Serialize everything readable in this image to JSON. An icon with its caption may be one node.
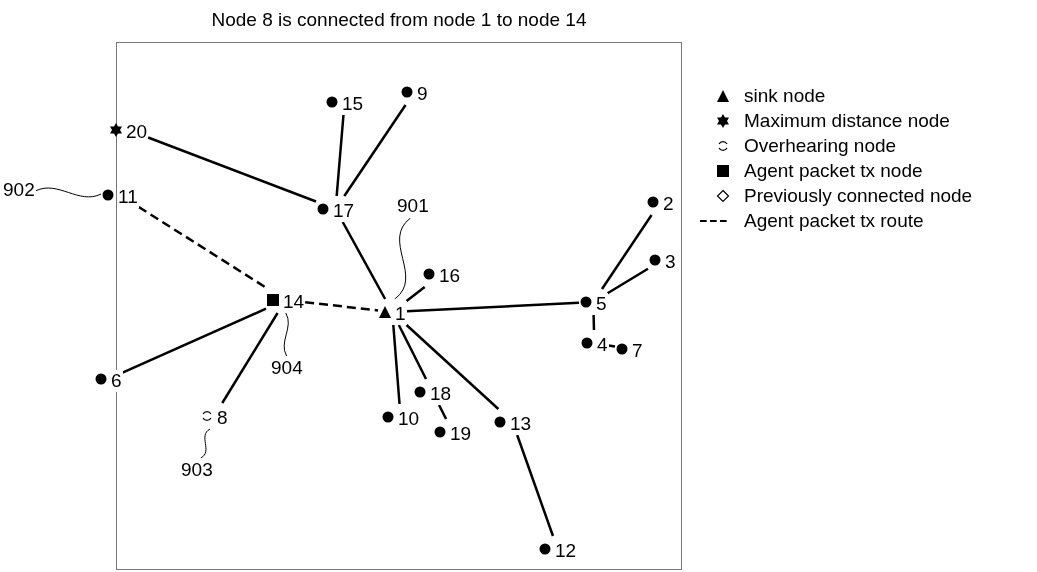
{
  "diagram": {
    "title": "Node 8 is connected from node 1 to node 14",
    "nodes": [
      {
        "text": [
          "1"
        ]
      },
      {
        "text": [
          "2"
        ]
      },
      {
        "text": [
          "3"
        ]
      },
      {
        "text": [
          "4"
        ]
      },
      {
        "text": [
          "5"
        ]
      },
      {
        "text": [
          "6"
        ]
      },
      {
        "text": [
          "7"
        ]
      },
      {
        "text": [
          "8"
        ]
      },
      {
        "text": [
          "9"
        ]
      },
      {
        "text": [
          "10"
        ]
      },
      {
        "text": [
          "11"
        ]
      },
      {
        "text": [
          "12"
        ]
      },
      {
        "text": [
          "13"
        ]
      },
      {
        "text": [
          "14"
        ]
      },
      {
        "text": [
          "15"
        ]
      },
      {
        "text": [
          "16"
        ]
      },
      {
        "text": [
          "17"
        ]
      },
      {
        "text": [
          "18"
        ]
      },
      {
        "text": [
          "19"
        ]
      },
      {
        "text": [
          "20"
        ]
      },
      {
        "text": [
          "901"
        ]
      },
      {
        "text": [
          "902"
        ]
      },
      {
        "text": [
          "903"
        ]
      },
      {
        "text": [
          "904"
        ]
      }
    ],
    "edges": [
      {
        "from": 19,
        "to": 16,
        "arrow": "none"
      },
      {
        "from": 14,
        "to": 16,
        "arrow": "none"
      },
      {
        "from": 8,
        "to": 16,
        "arrow": "none"
      },
      {
        "from": 16,
        "to": 0,
        "arrow": "none"
      },
      {
        "from": 15,
        "to": 0,
        "arrow": "none"
      },
      {
        "from": 0,
        "to": 4,
        "arrow": "none"
      },
      {
        "from": 4,
        "to": 1,
        "arrow": "none"
      },
      {
        "from": 4,
        "to": 2,
        "arrow": "none"
      },
      {
        "from": 4,
        "to": 3,
        "arrow": "none"
      },
      {
        "from": 3,
        "to": 6,
        "arrow": "none"
      },
      {
        "from": 10,
        "to": 13,
        "arrow": "none",
        "style": "dashed"
      },
      {
        "from": 13,
        "to": 0,
        "arrow": "none",
        "style": "dashed"
      },
      {
        "from": 13,
        "to": 5,
        "arrow": "none"
      },
      {
        "from": 13,
        "to": 7,
        "arrow": "none"
      },
      {
        "from": 0,
        "to": 9,
        "arrow": "none"
      },
      {
        "from": 0,
        "to": 17,
        "arrow": "none"
      },
      {
        "from": 17,
        "to": 18,
        "arrow": "none"
      },
      {
        "from": 0,
        "to": 12,
        "arrow": "none"
      },
      {
        "from": 12,
        "to": 11,
        "arrow": "none"
      },
      {
        "from": 20,
        "to": 0,
        "arrow": "none"
      },
      {
        "from": 21,
        "to": 10,
        "arrow": "none"
      },
      {
        "from": 22,
        "to": 7,
        "arrow": "none"
      },
      {
        "from": 23,
        "to": 13,
        "arrow": "none"
      }
    ],
    "legend": [
      {
        "text": "sink node"
      },
      {
        "text": "Maximum distance node"
      },
      {
        "text": "Overhearing node"
      },
      {
        "text": "Agent packet tx node"
      },
      {
        "text": "Previously connected node"
      },
      {
        "text": "Agent packet tx route"
      }
    ]
  }
}
